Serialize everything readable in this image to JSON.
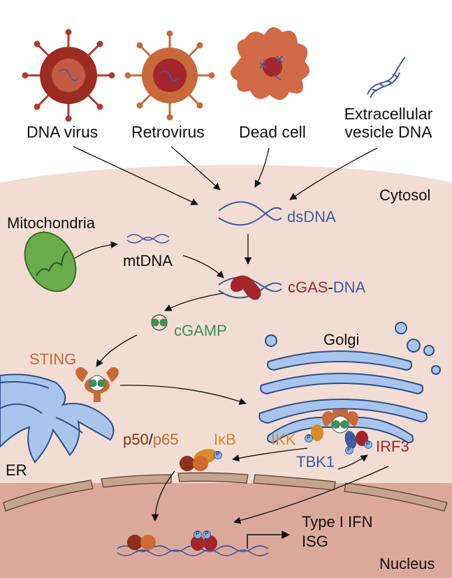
{
  "sources": {
    "dna_virus": "DNA virus",
    "retrovirus": "Retrovirus",
    "dead_cell": "Dead cell",
    "ev_dna_line1": "Extracellular",
    "ev_dna_line2": "vesicle DNA"
  },
  "compartments": {
    "cytosol": "Cytosol",
    "nucleus": "Nucleus",
    "er": "ER",
    "golgi": "Golgi"
  },
  "molecules": {
    "mitochondria": "Mitochondria",
    "mtdna": "mtDNA",
    "dsdna": "dsDNA",
    "cgas": "cGAS",
    "cgas_dash": "-",
    "cgas_dna": "DNA",
    "cgamp": "cGAMP",
    "sting": "STING",
    "p50": "p50",
    "slash": "/",
    "p65": "p65",
    "ikb": "IκB",
    "ikk": "IKK",
    "tbk1": "TBK1",
    "irf3": "IRF3",
    "phospho": "P",
    "type1ifn": "Type I IFN",
    "isg": "ISG"
  },
  "colors": {
    "cytosol": "#f2ddd4",
    "nucleus": "#dba99c",
    "membrane": "#c6a58e",
    "dna_blue": "#3f5d9c",
    "cgas_red": "#a4262c",
    "cgamp_green": "#3f8f5a",
    "sting_orange": "#c8693a",
    "ikk_orange": "#d98a2b",
    "organelle_blue": "#a9c4ec"
  }
}
